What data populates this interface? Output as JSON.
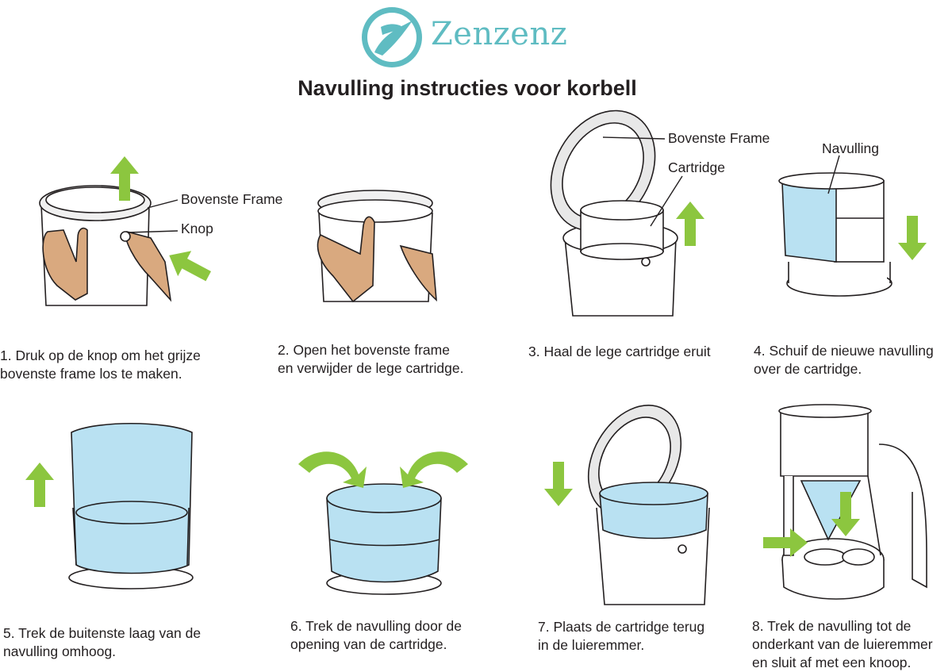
{
  "header": {
    "brand": "Zenzenz",
    "logo_icon": "stork-circle-icon",
    "title": "Navulling instructies voor korbell"
  },
  "colors": {
    "brand_teal": "#5fbcc2",
    "arrow_green": "#8cc63f",
    "refill_blue": "#b9e1f2",
    "skin": "#d9a97f",
    "outline": "#231f20"
  },
  "steps": [
    {
      "caption": "1. Druk op de knop om het grijze\nbovenste frame los te maken.",
      "labels": [
        "Bovenste Frame",
        "Knop"
      ]
    },
    {
      "caption": "2. Open het bovenste frame\nen verwijder de lege  cartridge.",
      "labels": []
    },
    {
      "caption": "3. Haal de lege cartridge eruit",
      "labels": [
        "Bovenste Frame",
        "Cartridge"
      ]
    },
    {
      "caption": "4. Schuif de nieuwe navulling\nover de cartridge.",
      "labels": [
        "Navulling"
      ]
    },
    {
      "caption": "5. Trek de buitenste laag van de\nnavulling omhoog.",
      "labels": []
    },
    {
      "caption": "6. Trek de navulling door de\nopening van de cartridge.",
      "labels": []
    },
    {
      "caption": "7. Plaats de cartridge terug\nin de luieremmer.",
      "labels": []
    },
    {
      "caption": "8. Trek de navulling tot de\nonderkant van de luieremmer\nen sluit af met een knoop.",
      "labels": []
    }
  ]
}
